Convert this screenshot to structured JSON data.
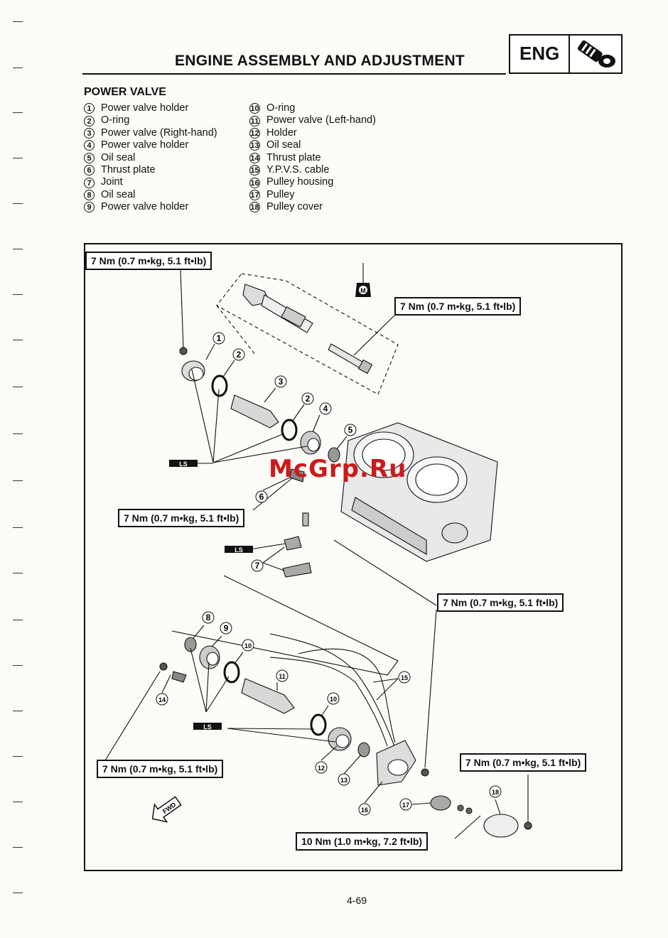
{
  "header": {
    "title": "ENGINE ASSEMBLY AND ADJUSTMENT",
    "badge": "ENG"
  },
  "section": {
    "title": "POWER VALVE",
    "left_items": [
      {
        "n": "1",
        "label": "Power valve holder"
      },
      {
        "n": "2",
        "label": "O-ring"
      },
      {
        "n": "3",
        "label": "Power valve (Right-hand)"
      },
      {
        "n": "4",
        "label": "Power valve holder"
      },
      {
        "n": "5",
        "label": "Oil seal"
      },
      {
        "n": "6",
        "label": "Thrust plate"
      },
      {
        "n": "7",
        "label": "Joint"
      },
      {
        "n": "8",
        "label": "Oil seal"
      },
      {
        "n": "9",
        "label": "Power valve holder"
      }
    ],
    "right_items": [
      {
        "n": "10",
        "label": "O-ring"
      },
      {
        "n": "11",
        "label": "Power valve (Left-hand)"
      },
      {
        "n": "12",
        "label": "Holder"
      },
      {
        "n": "13",
        "label": "Oil seal"
      },
      {
        "n": "14",
        "label": "Thrust plate"
      },
      {
        "n": "15",
        "label": "Y.P.V.S. cable"
      },
      {
        "n": "16",
        "label": "Pulley housing"
      },
      {
        "n": "17",
        "label": "Pulley"
      },
      {
        "n": "18",
        "label": "Pulley cover"
      }
    ]
  },
  "torque_specs": {
    "t1": "7 Nm (0.7 m•kg, 5.1 ft•lb)",
    "t2": "7 Nm (0.7 m•kg, 5.1 ft•lb)",
    "t3": "7 Nm (0.7 m•kg, 5.1 ft•lb)",
    "t4": "7 Nm (0.7 m•kg, 5.1 ft•lb)",
    "t5": "7 Nm (0.7 m•kg, 5.1 ft•lb)",
    "t6": "7 Nm (0.7 m•kg, 5.1 ft•lb)",
    "t7": "10 Nm (1.0 m•kg, 7.2 ft•lb)"
  },
  "symbols": {
    "lube_label": "LS",
    "grease_label": "M",
    "fwd_label": "FWD"
  },
  "watermark": "McGrp.Ru",
  "page_number": "4-69"
}
